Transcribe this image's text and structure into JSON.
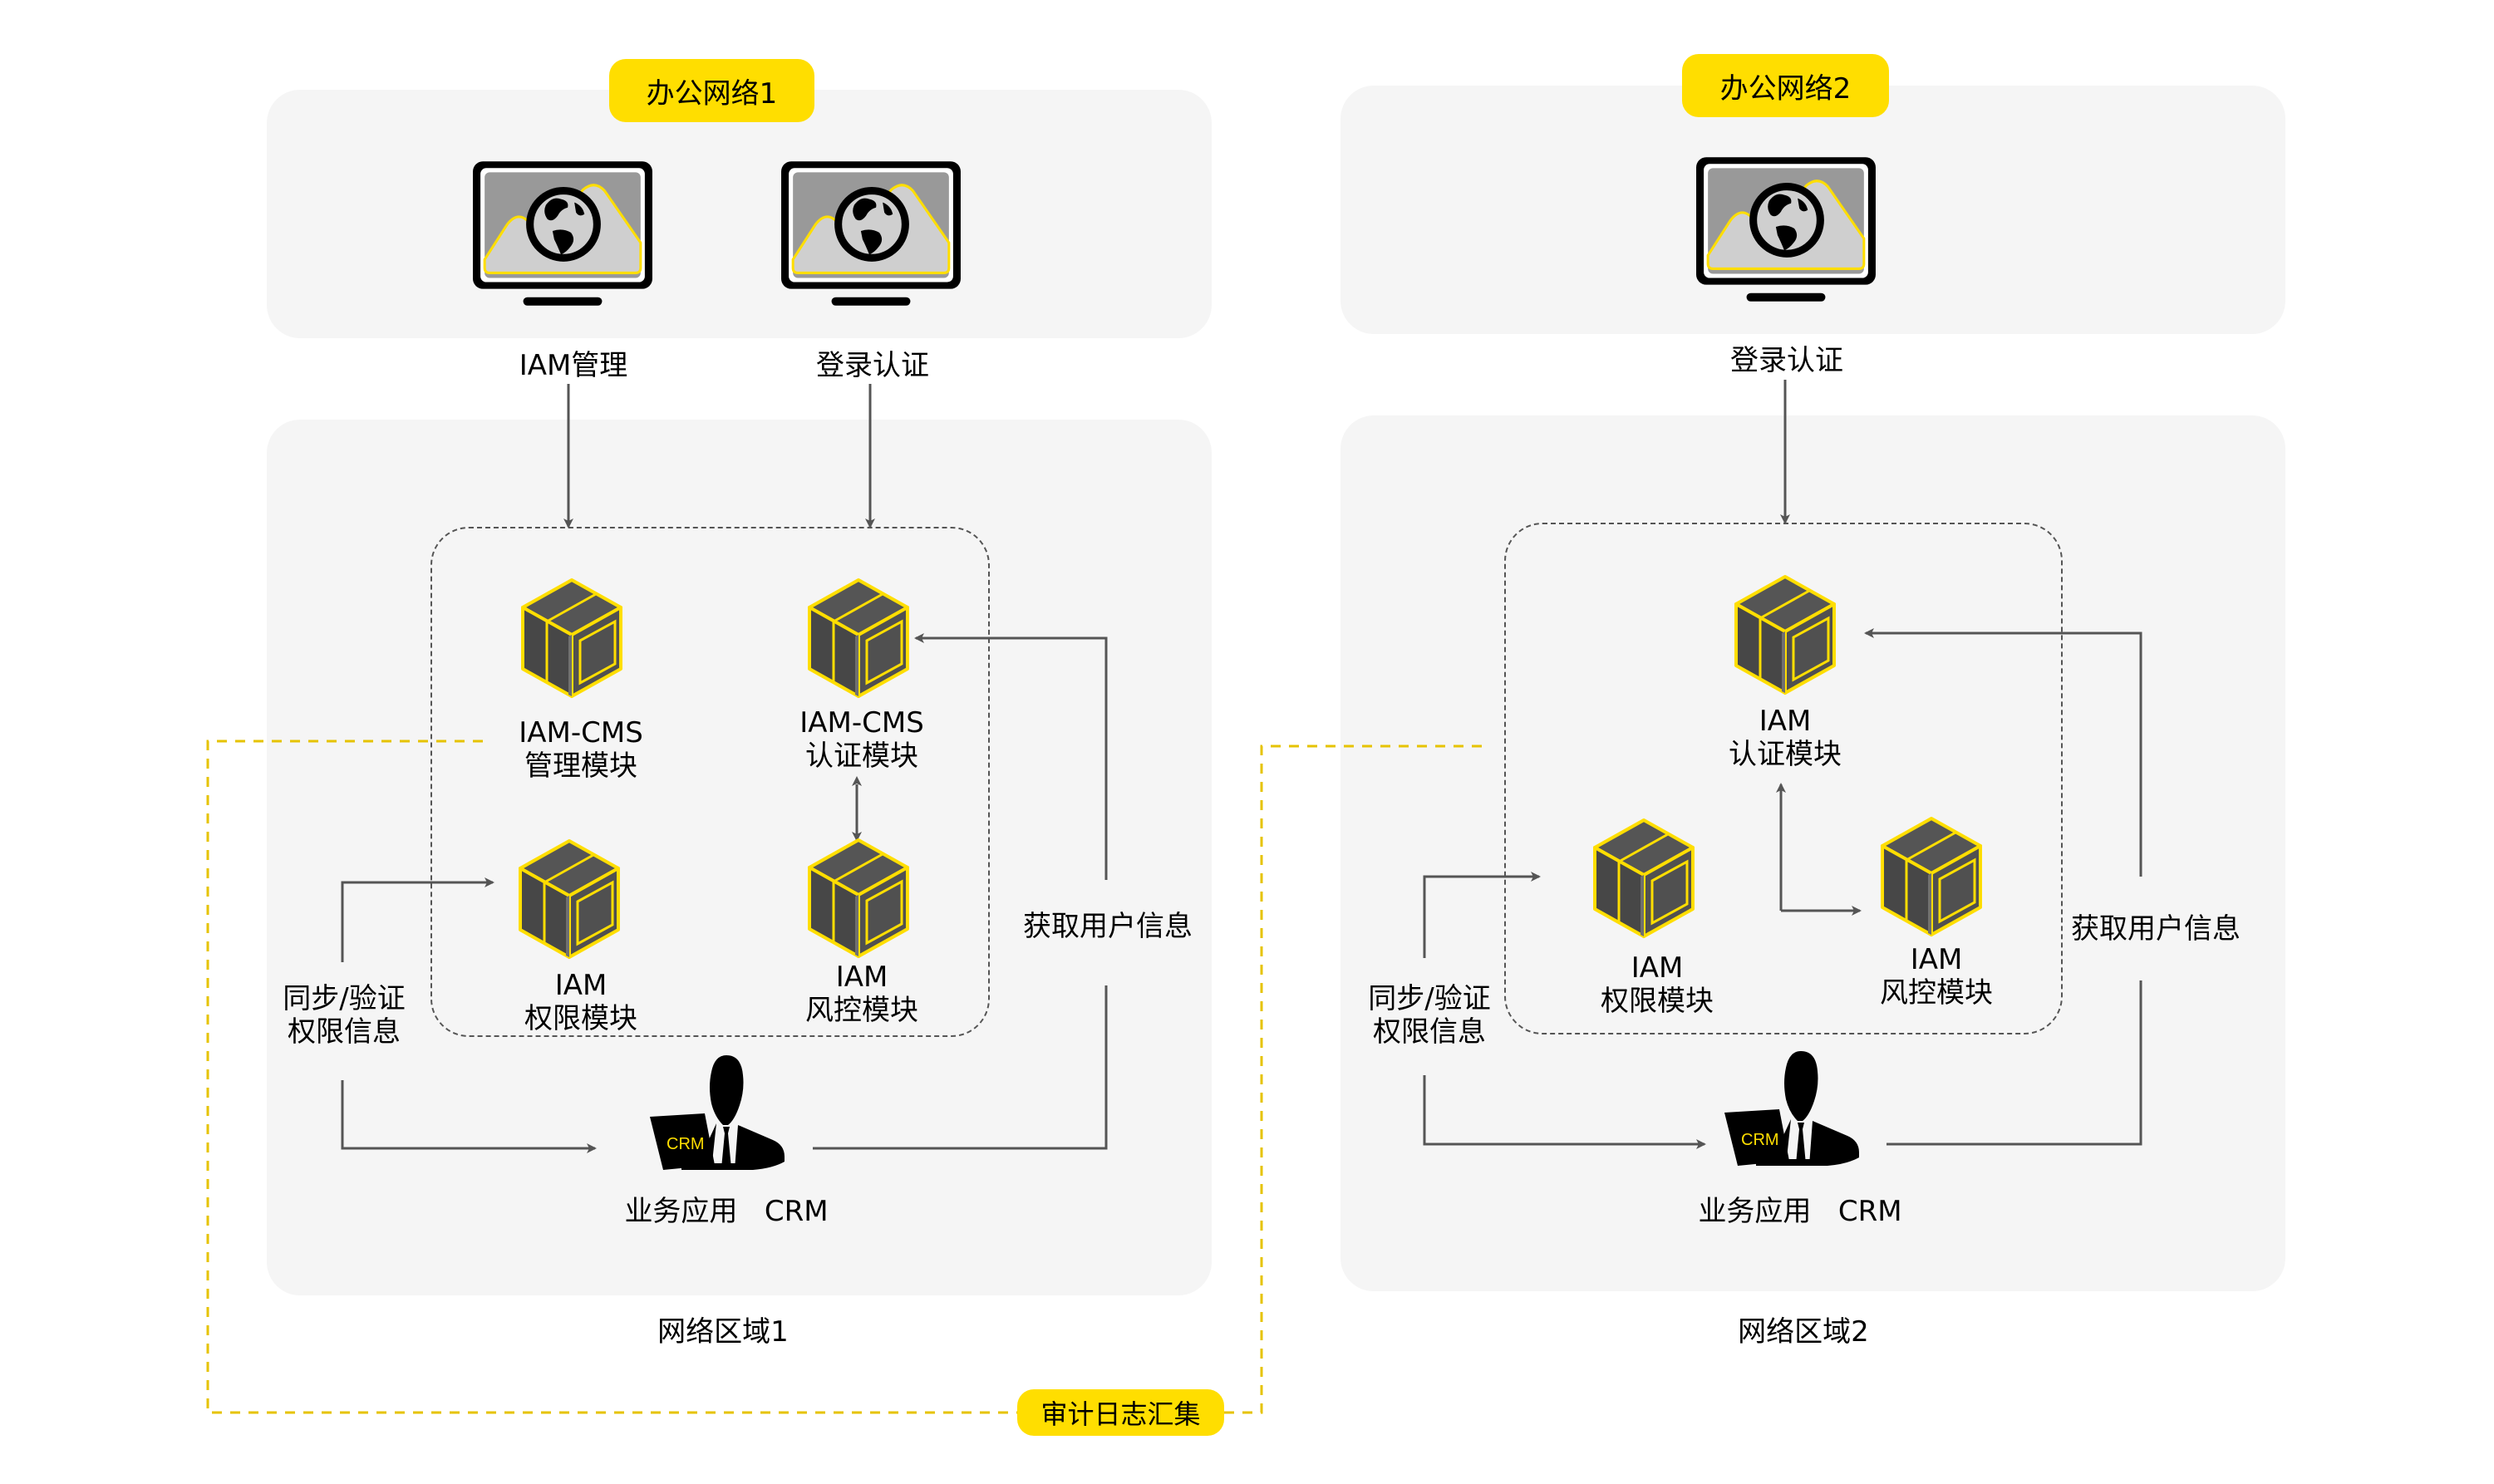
{
  "zone1": {
    "office_badge": "办公网络1",
    "zone_label": "网络区域1",
    "clients": [
      {
        "label": "IAM管理",
        "icon": "monitor-globe-icon"
      },
      {
        "label": "登录认证",
        "icon": "monitor-globe-icon"
      }
    ],
    "modules": {
      "mgmt": {
        "line1": "IAM-CMS",
        "line2": "管理模块",
        "icon": "server-cube-icon"
      },
      "auth": {
        "line1": "IAM-CMS",
        "line2": "认证模块",
        "icon": "server-cube-icon"
      },
      "perm": {
        "line1": "IAM",
        "line2": "权限模块",
        "icon": "server-cube-icon"
      },
      "risk": {
        "line1": "IAM",
        "line2": "风控模块",
        "icon": "server-cube-icon"
      }
    },
    "sync_label_line1": "同步/验证",
    "sync_label_line2": "权限信息",
    "fetch_label": "获取用户信息",
    "app": {
      "label": "业务应用   CRM",
      "screen_text": "CRM",
      "icon": "crm-user-icon"
    }
  },
  "zone2": {
    "office_badge": "办公网络2",
    "zone_label": "网络区域2",
    "clients": [
      {
        "label": "登录认证",
        "icon": "monitor-globe-icon"
      }
    ],
    "modules": {
      "auth": {
        "line1": "IAM",
        "line2": "认证模块",
        "icon": "server-cube-icon"
      },
      "perm": {
        "line1": "IAM",
        "line2": "权限模块",
        "icon": "server-cube-icon"
      },
      "risk": {
        "line1": "IAM",
        "line2": "风控模块",
        "icon": "server-cube-icon"
      }
    },
    "sync_label_line1": "同步/验证",
    "sync_label_line2": "权限信息",
    "fetch_label": "获取用户信息",
    "app": {
      "label": "业务应用   CRM",
      "screen_text": "CRM",
      "icon": "crm-user-icon"
    }
  },
  "audit_badge": "审计日志汇集",
  "colors": {
    "accent_yellow": "#ffde00",
    "dashed_yellow": "#e6c300",
    "panel_bg": "#f5f5f5",
    "arrow_gray": "#555555",
    "cube_dark": "#4d4d4d"
  }
}
